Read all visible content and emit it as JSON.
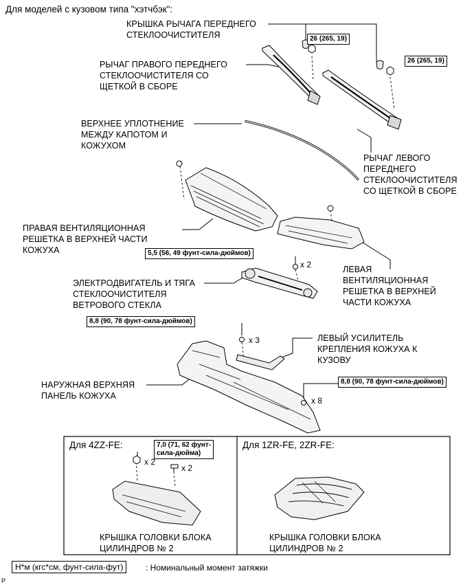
{
  "header": {
    "title": "Для моделей с кузовом типа \"хэтчбэк\":"
  },
  "labels": {
    "cap": "КРЫШКА РЫЧАГА ПЕРЕДНЕГО\nСТЕКЛООЧИСТИТЕЛЯ",
    "right_arm": "РЫЧАГ ПРАВОГО ПЕРЕДНЕГО\nСТЕКЛООЧИСТИТЕЛЯ СО\nЩЕТКОЙ В СБОРЕ",
    "seal": "ВЕРХНЕЕ УПЛОТНЕНИЕ\nМЕЖДУ КАПОТОМ И\nКОЖУХОМ",
    "left_arm": "РЫЧАГ ЛЕВОГО\nПЕРЕДНЕГО\nСТЕКЛООЧИСТИТЕЛЯ\nСО ЩЕТКОЙ В СБОРЕ",
    "right_louver": "ПРАВАЯ ВЕНТИЛЯЦИОННАЯ\nРЕШЕТКА В ВЕРХНЕЙ ЧАСТИ\nКОЖУХА",
    "left_louver": "ЛЕВАЯ\nВЕНТИЛЯЦИОННАЯ\nРЕШЕТКА В ВЕРХНЕЙ\nЧАСТИ КОЖУХА",
    "motor": "ЭЛЕКТРОДВИГАТЕЛЬ И ТЯГА\nСТЕКЛООЧИСТИТЕЛЯ\nВЕТРОВОГО СТЕКЛА",
    "reinforcement": "ЛЕВЫЙ УСИЛИТЕЛЬ\nКРЕПЛЕНИЯ КОЖУХА К\nКУЗОВУ",
    "outer_panel": "НАРУЖНАЯ ВЕРХНЯЯ\nПАНЕЛЬ КОЖУХА",
    "head_cover_1": "КРЫШКА ГОЛОВКИ БЛОКА\nЦИЛИНДРОВ № 2",
    "head_cover_2": "КРЫШКА ГОЛОВКИ БЛОКА\nЦИЛИНДРОВ № 2"
  },
  "torques": {
    "t1": "26 (265, 19)",
    "t2": "26 (265, 19)",
    "t3": "5,5 (56, 49 фунт-сила-дюймов)",
    "t4": "8,8 (90, 78 фунт-сила-дюймов)",
    "t5": "8,8 (90, 78 фунт-сила-дюймов)",
    "t6": "7,0 (71, 62 фунт-\nсила-дюйма)"
  },
  "quantities": {
    "q1": "x 2",
    "q2": "x 3",
    "q3": "x 8",
    "q4": "x 2",
    "q5": "x 2"
  },
  "sections": {
    "left": "Для 4ZZ-FE:",
    "right": "Для 1ZR-FE, 2ZR-FE:"
  },
  "legend": {
    "box": "Н*м (кгс*см, фунт-сила-фут)",
    "text": ": Номинальный момент затяжки"
  },
  "corner_mark": "P"
}
